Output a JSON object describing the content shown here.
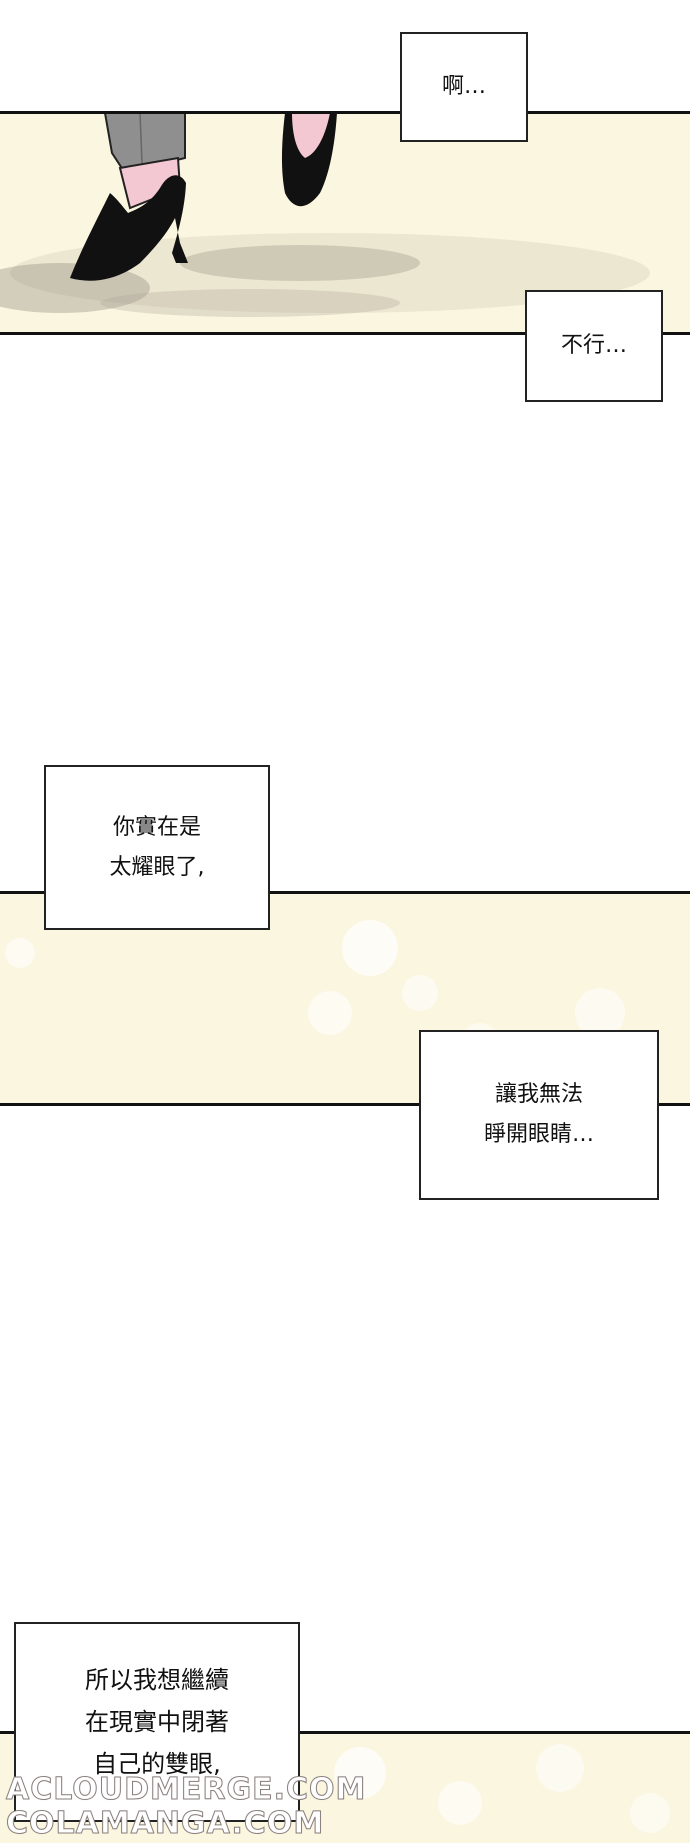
{
  "colors": {
    "panel_bg": "#fbf6df",
    "panel_border": "#111111",
    "bubble_border": "#222222",
    "shoe": "#111111",
    "shoe_inner": "#f4c8d2",
    "trousers": "#8f8f8f",
    "sock": "#f4c8d2"
  },
  "bubbles": [
    {
      "lines": [
        "啊…"
      ]
    },
    {
      "lines": [
        "不行…"
      ]
    },
    {
      "lines": [
        "你實在是",
        "太耀眼了,"
      ]
    },
    {
      "lines": [
        "讓我無法",
        "睜開眼睛…"
      ]
    },
    {
      "lines": [
        "所以我想繼續",
        "在現實中閉著",
        "自己的雙眼,"
      ]
    }
  ],
  "watermarks": [
    "ACLOUDMERGE.COM",
    "COLAMANGA.COM"
  ]
}
